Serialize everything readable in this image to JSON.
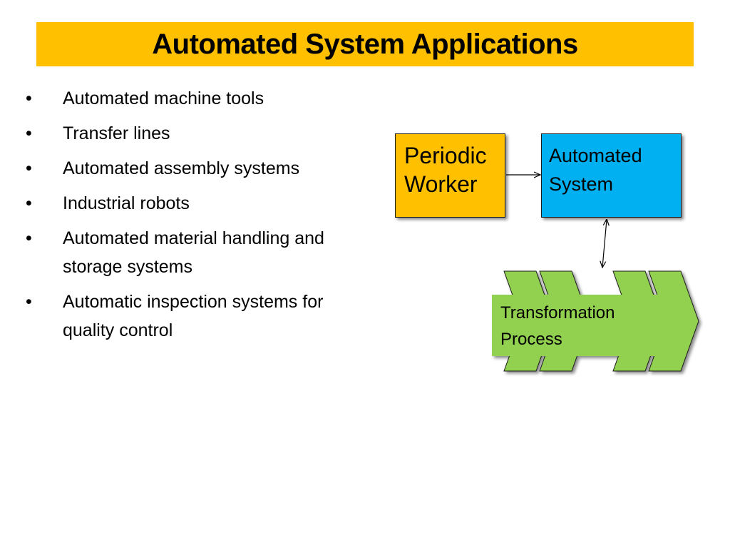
{
  "slide": {
    "title": "Automated System Applications",
    "bullets": [
      "Automated machine tools",
      "Transfer lines",
      "Automated assembly systems",
      "Industrial robots",
      "Automated material handling and storage systems",
      "Automatic inspection systems for quality control"
    ],
    "bullet_symbol": "•"
  },
  "diagram": {
    "periodic_worker": {
      "line1": "Periodic",
      "line2": "Worker",
      "color": "#ffc000"
    },
    "automated_system": {
      "line1": "Automated",
      "line2": "System",
      "color": "#00b0f0"
    },
    "transformation_process": {
      "line1": "Transformation",
      "line2": "Process",
      "color": "#92d050"
    }
  },
  "colors": {
    "title_banner": "#ffc000",
    "worker_box": "#ffc000",
    "system_box": "#00b0f0",
    "process_shape": "#92d050"
  }
}
